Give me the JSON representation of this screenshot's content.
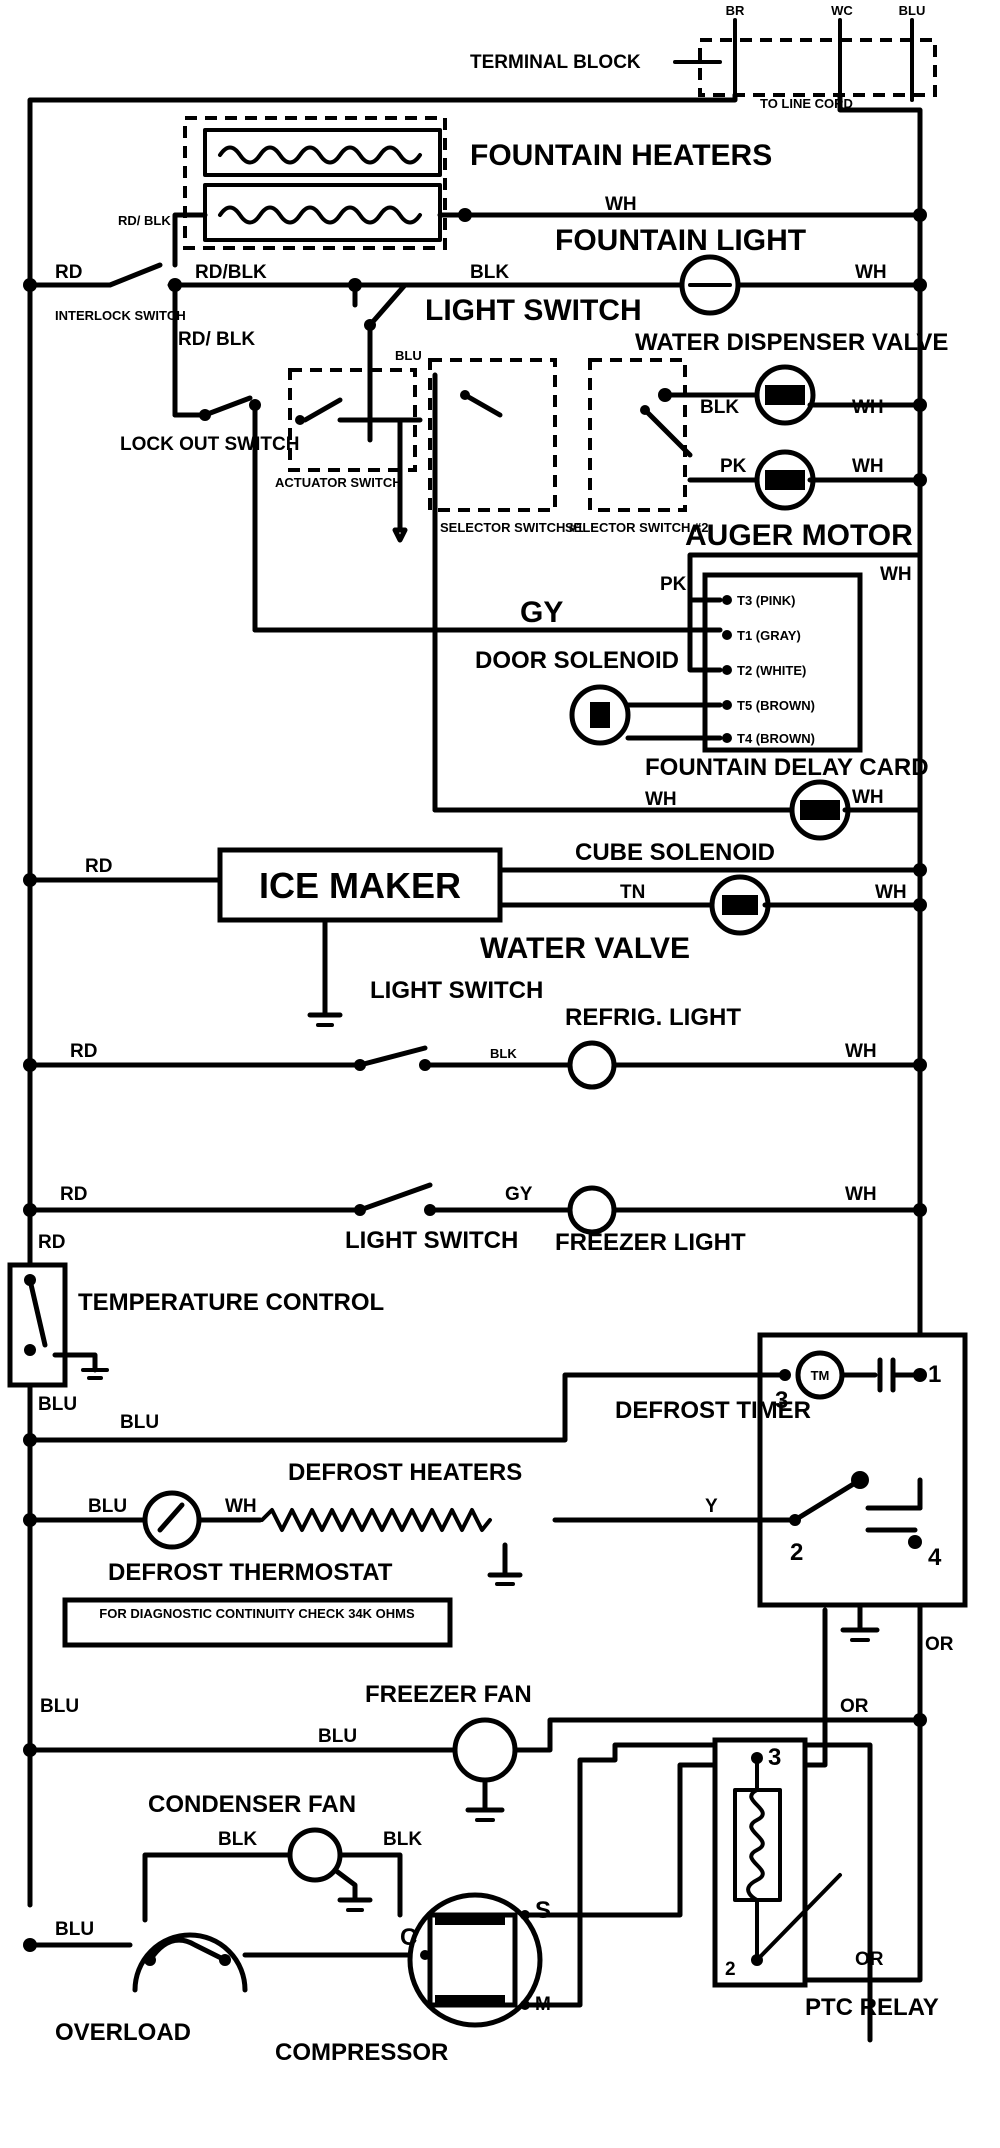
{
  "labels": {
    "terminal_block": "TERMINAL BLOCK",
    "br": "BR",
    "wc": "WC",
    "blu_top": "BLU",
    "to_line_cord": "TO LINE CORD",
    "fountain_heaters": "FOUNTAIN HEATERS",
    "wh_heater": "WH",
    "rd_blk_a": "RD/ BLK",
    "fountain_light": "FOUNTAIN LIGHT",
    "rd_left": "RD",
    "rd_blk_b": "RD/BLK",
    "blk_top": "BLK",
    "wh_top": "WH",
    "interlock_switch": "INTERLOCK SWITCH",
    "light_switch_top": "LIGHT SWITCH",
    "water_dispenser_valve": "WATER DISPENSER VALVE",
    "rd_blk_c": "RD/ BLK",
    "blk_wdv": "BLK",
    "wh_wdv": "WH",
    "blu_sw": "BLU",
    "lock_out_switch": "LOCK OUT SWITCH",
    "actuator_switch": "ACTUATOR SWITCH",
    "selector_switch_1": "SELECTOR SWITCH #1",
    "selector_switch_2": "SELECTOR SWITCH #2",
    "pk_auger": "PK",
    "wh_auger": "WH",
    "auger_motor": "AUGER MOTOR",
    "wh_right": "WH",
    "pk_card": "PK",
    "gy": "GY",
    "t3_pink": "T3 (PINK)",
    "t1_gray": "T1 (GRAY)",
    "t2_white": "T2 (WHITE)",
    "t5_brown": "T5 (BROWN)",
    "t4_brown": "T4 (BROWN)",
    "door_solenoid": "DOOR SOLENOID",
    "fountain_delay_card": "FOUNTAIN DELAY CARD",
    "wh_card": "WH",
    "wh_cube": "WH",
    "cube_solenoid": "CUBE SOLENOID",
    "wh_cube_r": "WH",
    "rd_ice": "RD",
    "ice_maker": "ICE MAKER",
    "tn": "TN",
    "wh_water": "WH",
    "water_valve": "WATER VALVE",
    "light_switch_refrig": "LIGHT SWITCH",
    "rd_refrig": "RD",
    "blk_refrig": "BLK",
    "refrig_light": "REFRIG. LIGHT",
    "wh_refrig": "WH",
    "rd_freezer": "RD",
    "gy_freezer": "GY",
    "wh_freezer": "WH",
    "light_switch_freezer": "LIGHT SWITCH",
    "freezer_light": "FREEZER LIGHT",
    "rd_temp": "RD",
    "temperature_control": "TEMPERATURE CONTROL",
    "blu_temp": "BLU",
    "blu_temp2": "BLU",
    "defrost_timer": "DEFROST TIMER",
    "tm": "TM",
    "t_1": "1",
    "t_2": "2",
    "t_3": "3",
    "t_4": "4",
    "defrost_heaters": "DEFROST HEATERS",
    "blu_defrost": "BLU",
    "wh_defrost": "WH",
    "y": "Y",
    "defrost_thermostat": "DEFROST THERMOSTAT",
    "continuity_note": "FOR DIAGNOSTIC CONTINUITY CHECK 34K OHMS",
    "or_timer": "OR",
    "blu_fan": "BLU",
    "freezer_fan": "FREEZER FAN",
    "blu_fan2": "BLU",
    "or_fan": "OR",
    "condenser_fan": "CONDENSER FAN",
    "blk_cond": "BLK",
    "blk_cond2": "BLK",
    "blu_overload": "BLU",
    "c": "C",
    "s": "S",
    "m": "M",
    "or_relay": "OR",
    "r3": "3",
    "r2": "2",
    "overload": "OVERLOAD",
    "compressor": "COMPRESSOR",
    "ptc_relay": "PTC RELAY"
  }
}
